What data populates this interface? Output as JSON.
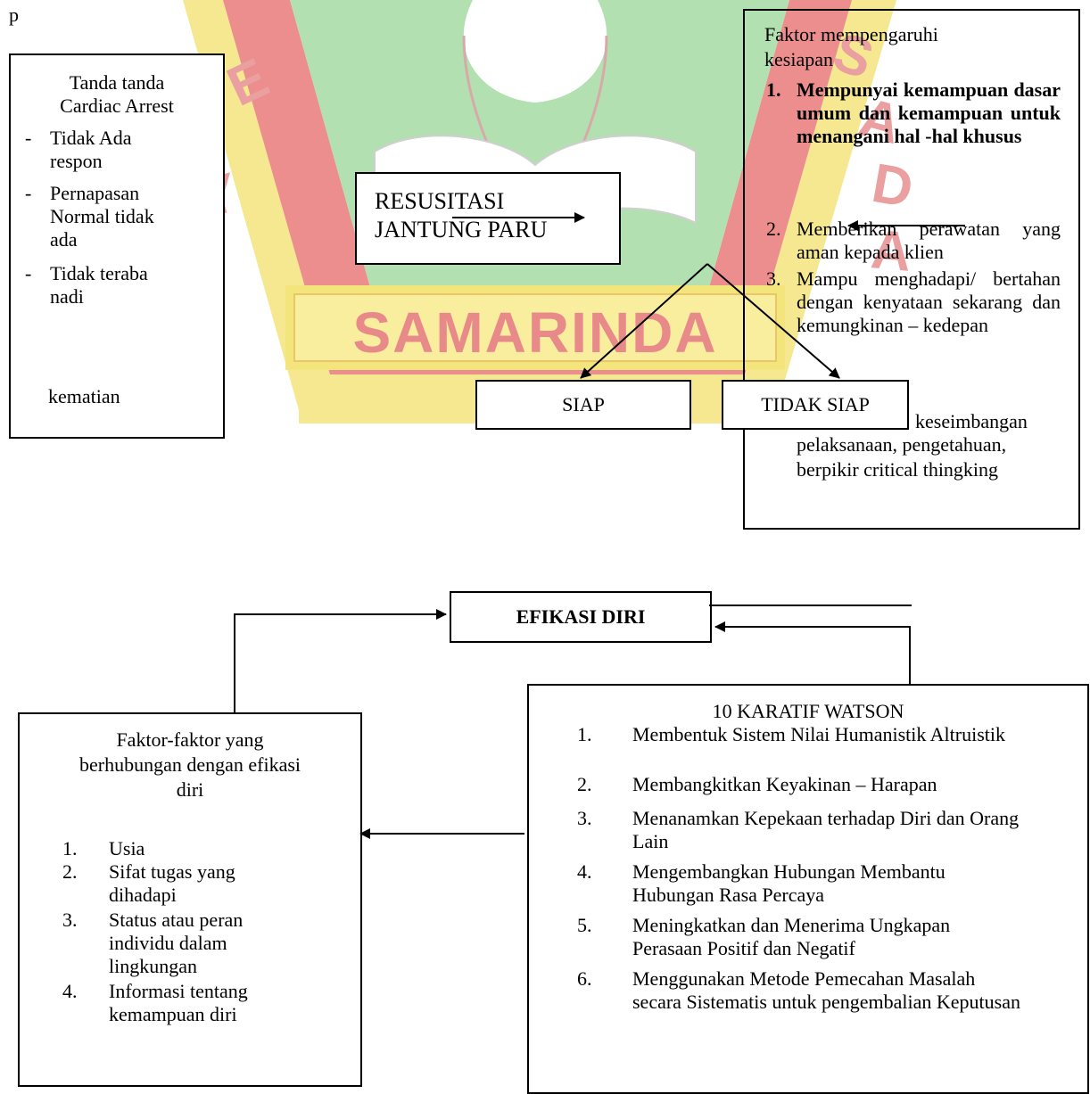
{
  "top_fragment": "p",
  "watermark": {
    "word": "SAMARINDA",
    "letters_right": [
      "S",
      "A",
      "D",
      "A"
    ],
    "letter_left": "E",
    "color_green": "#a8dba8",
    "color_red": "#e37a7a",
    "color_yellow": "#f4e47c"
  },
  "tanda": {
    "title_1": "Tanda tanda",
    "title_2": "Cardiac Arrest",
    "items": [
      "Tidak Ada respon",
      "Pernapasan Normal tidak ada",
      "Tidak teraba nadi"
    ],
    "dash": "-",
    "footer": "kematian"
  },
  "rjp": {
    "line_1": "RESUSITASI",
    "line_2": "JANTUNG PARU"
  },
  "siap": "SIAP",
  "tidak_siap": "TIDAK SIAP",
  "faktor_kesiapan": {
    "title_1": "Faktor mempengaruhi",
    "title_2": "kesiapan",
    "items": [
      {
        "n": "1.",
        "text": "Mempunyai kemampuan dasar umum dan kemampuan untuk menangani hal -hal khusus"
      },
      {
        "n": "2.",
        "text": "Memberikan perawatan yang aman kepada klien"
      },
      {
        "n": "3.",
        "text": "Mampu menghadapi/ bertahan dengan kenyataan sekarang dan kemungkinan – kedepan"
      }
    ],
    "item4_fragment": "keseimbangan",
    "item4_line2": "pelaksanaan, pengetahuan,",
    "item4_line3": "berpikir critical thingking"
  },
  "efikasi": {
    "label": "EFIKASI DIRI"
  },
  "faktor_efikasi": {
    "title_1": "Faktor-faktor yang",
    "title_2": "berhubungan dengan efikasi",
    "title_3": "diri",
    "items": [
      {
        "n": "1.",
        "text": "Usia"
      },
      {
        "n": "2.",
        "text": "Sifat tugas yang dihadapi"
      },
      {
        "n": "3.",
        "text": "Status atau peran individu dalam lingkungan"
      },
      {
        "n": "4.",
        "text": "Informasi tentang kemampuan diri"
      }
    ]
  },
  "watson": {
    "title": "10 KARATIF WATSON",
    "items": [
      {
        "n": "1.",
        "text": "Membentuk Sistem Nilai Humanistik Altruistik"
      },
      {
        "n": "2.",
        "text": "Membangkitkan Keyakinan – Harapan"
      },
      {
        "n": "3.",
        "text": "Menanamkan Kepekaan terhadap Diri dan Orang Lain"
      },
      {
        "n": "4.",
        "text": "Mengembangkan Hubungan Membantu Hubungan Rasa Percaya"
      },
      {
        "n": "5.",
        "text": "Meningkatkan dan Menerima Ungkapan Perasaan Positif dan Negatif"
      },
      {
        "n": "6.",
        "text": "Menggunakan Metode Pemecahan Masalah secara Sistematis untuk pengembalian Keputusan"
      }
    ]
  }
}
